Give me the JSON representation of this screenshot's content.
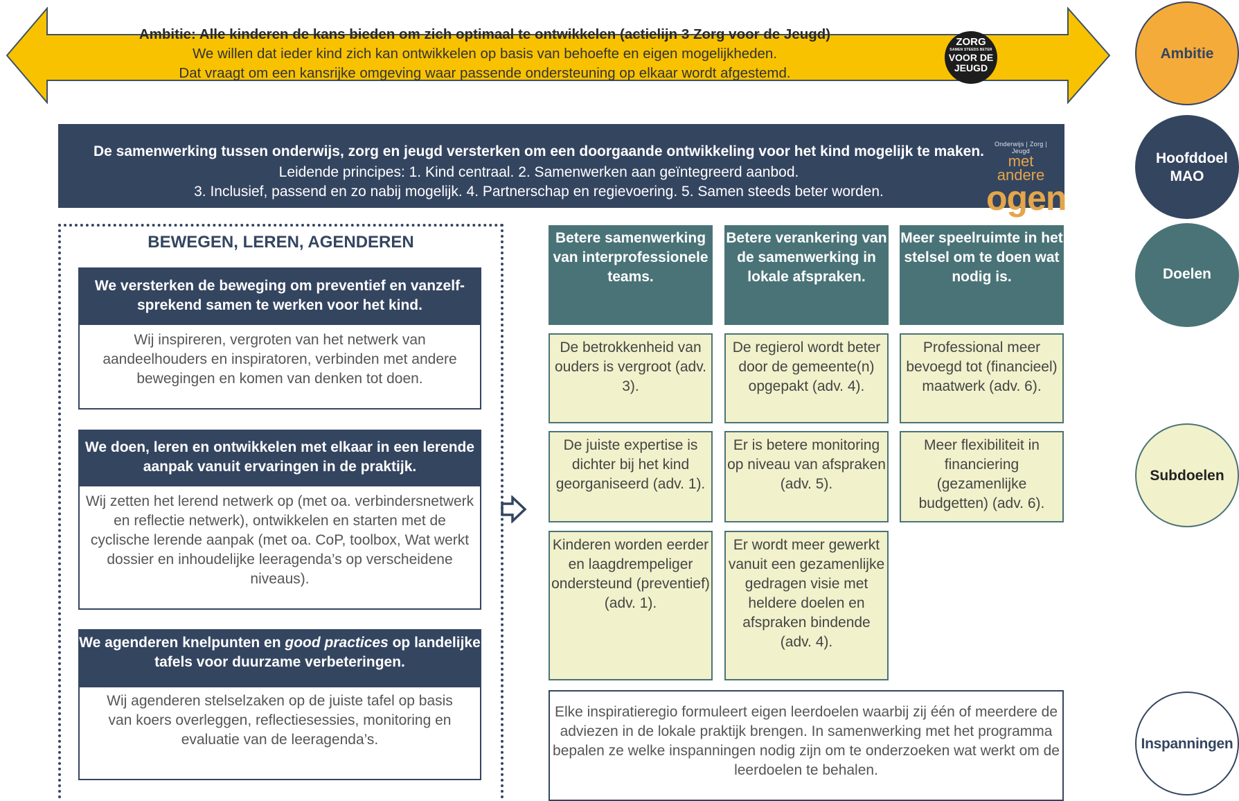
{
  "ambition": {
    "title": "Ambitie: Alle kinderen de kans bieden om zich optimaal te ontwikkelen (actielijn 3 Zorg voor de Jeugd)",
    "line2": "We willen dat ieder kind zich kan ontwikkelen op basis van behoefte en eigen mogelijkheden.",
    "line3": "Dat vraagt om een kansrijke omgeving waar passende ondersteuning op elkaar wordt afgestemd.",
    "fill_color": "#f8c200"
  },
  "zorg_logo": {
    "line1": "ZORG",
    "line2": "SAMEN STEEDS BETER",
    "line3": "VOOR DE",
    "line4": "JEUGD"
  },
  "main_goal": {
    "title": "De samenwerking tussen onderwijs, zorg en jeugd versterken om een doorgaande ontwikkeling voor het kind mogelijk te maken.",
    "line2": "Leidende principes: 1. Kind centraal. 2. Samenwerken aan geïntegreerd aanbod.",
    "line3": "3. Inclusief, passend en zo nabij mogelijk. 4. Partnerschap en regievoering. 5. Samen steeds beter worden.",
    "color": "#344560"
  },
  "mao_logo": {
    "small": "Onderwijs | Zorg | Jeugd",
    "mid": "met andere",
    "big": "ogen"
  },
  "left_panel": {
    "title": "BEWEGEN, LEREN, AGENDEREN",
    "blocks": [
      {
        "head_pre": "We ",
        "head_b1": "versterken",
        "head_rest": " de beweging om preventief en vanzelf-sprekend samen te werken voor het kind.",
        "body": "Wij inspireren, vergroten van het netwerk van aandeelhouders en inspiratoren, verbinden met andere bewegingen en komen van denken tot doen."
      },
      {
        "head_pre": "We doen, ",
        "head_b1": "leren",
        "head_rest": " en ontwikkelen met elkaar in een lerende aanpak vanuit ervaringen in de praktijk.",
        "body": "Wij zetten het lerend netwerk op (met oa. verbindersnetwerk en reflectie netwerk), ontwikkelen en starten met de cyclische lerende aanpak (met oa. CoP, toolbox, Wat werkt dossier en inhoudelijke leeragenda’s op verscheidene niveaus)."
      },
      {
        "head_pre": "We agenderen knelpunten en ",
        "head_b1": "good practices",
        "head_rest": " op landelijke tafels voor duurzame verbeteringen.",
        "body": "Wij agenderen stelselzaken op de juiste tafel op basis van koers overleggen, reflectiesessies, monitoring en evaluatie van de leeragenda’s."
      }
    ]
  },
  "goals": [
    "Betere samenwerking van interprofessionele teams.",
    "Betere verankering van de samenwerking in lokale afspraken.",
    "Meer speelruimte in het stelsel om te doen wat nodig is."
  ],
  "subgoals": {
    "col1": [
      "De betrokkenheid van ouders is vergroot (adv. 3).",
      "De juiste expertise is dichter bij het kind georganiseerd (adv. 1).",
      "Kinderen worden eerder en laagdrempeliger ondersteund (preventief) (adv. 1)."
    ],
    "col2": [
      "De regierol wordt beter door de gemeente(n) opgepakt (adv. 4).",
      "Er is betere monitoring op niveau van afspraken (adv. 5).",
      "Er wordt meer gewerkt vanuit een gezamenlijke gedragen visie met heldere doelen en afspraken bindende (adv. 4)."
    ],
    "col3": [
      "Professional meer bevoegd tot (financieel) maatwerk (adv. 6).",
      "Meer flexibiliteit in financiering (gezamenlijke budgetten) (adv. 6)."
    ]
  },
  "inspanningen_text": "Elke inspiratieregio formuleert eigen leerdoelen waarbij zij één of meerdere de adviezen in de lokale praktijk brengen. In samenwerking met het programma bepalen ze welke inspanningen nodig zijn om te onderzoeken wat werkt om de leerdoelen te behalen.",
  "levels": {
    "ambitie": "Ambitie",
    "hoofddoel": "Hoofddoel MAO",
    "doelen": "Doelen",
    "subdoelen": "Subdoelen",
    "inspanningen": "Inspanningen"
  },
  "colors": {
    "ambitie": "#f5ab3a",
    "hoofddoel": "#344560",
    "doelen": "#4a7377",
    "subdoelen": "#f1f1cb"
  }
}
